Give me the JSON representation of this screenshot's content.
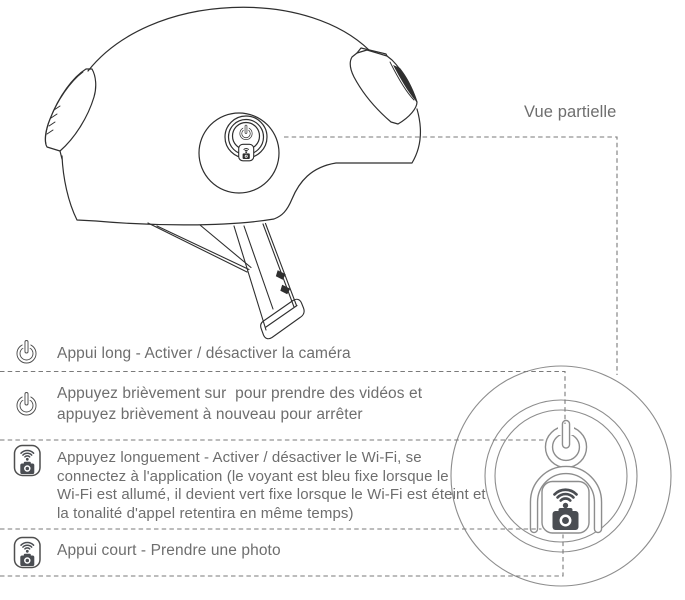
{
  "labels": {
    "partial_view": "Vue partielle"
  },
  "helmet": {
    "illustration": "helmet-side-view",
    "button_icons": [
      "power-icon",
      "wifi-camera-icon"
    ]
  },
  "detail_view": {
    "icons": [
      "power-icon",
      "wifi-camera-icon"
    ]
  },
  "instructions": [
    {
      "icon": "power-icon",
      "lines": [
        "Appui long - Activer / désactiver la caméra"
      ]
    },
    {
      "icon": "power-icon",
      "lines": [
        "Appuyez brièvement sur  pour prendre des vidéos et",
        "appuyez brièvement à nouveau pour arrêter"
      ]
    },
    {
      "icon": "wifi-camera-icon",
      "lines": [
        "Appuyez longuement - Activer / désactiver le Wi-Fi, se",
        "connectez à l'application (le voyant est bleu fixe lorsque le",
        "Wi-Fi est allumé, il devient vert fixe lorsque le Wi-Fi est éteint et",
        "la tonalité d'appel retentira en même temps)"
      ]
    },
    {
      "icon": "wifi-camera-icon",
      "lines": [
        "Appui court - Prendre une photo"
      ]
    }
  ],
  "colors": {
    "background": "#ffffff",
    "line": "#2f2f2f",
    "detail_line": "#8d8d8d",
    "text": "#6e6e6e",
    "icon_dark": "#4a4d52",
    "dashed": "#7a7a7a"
  }
}
